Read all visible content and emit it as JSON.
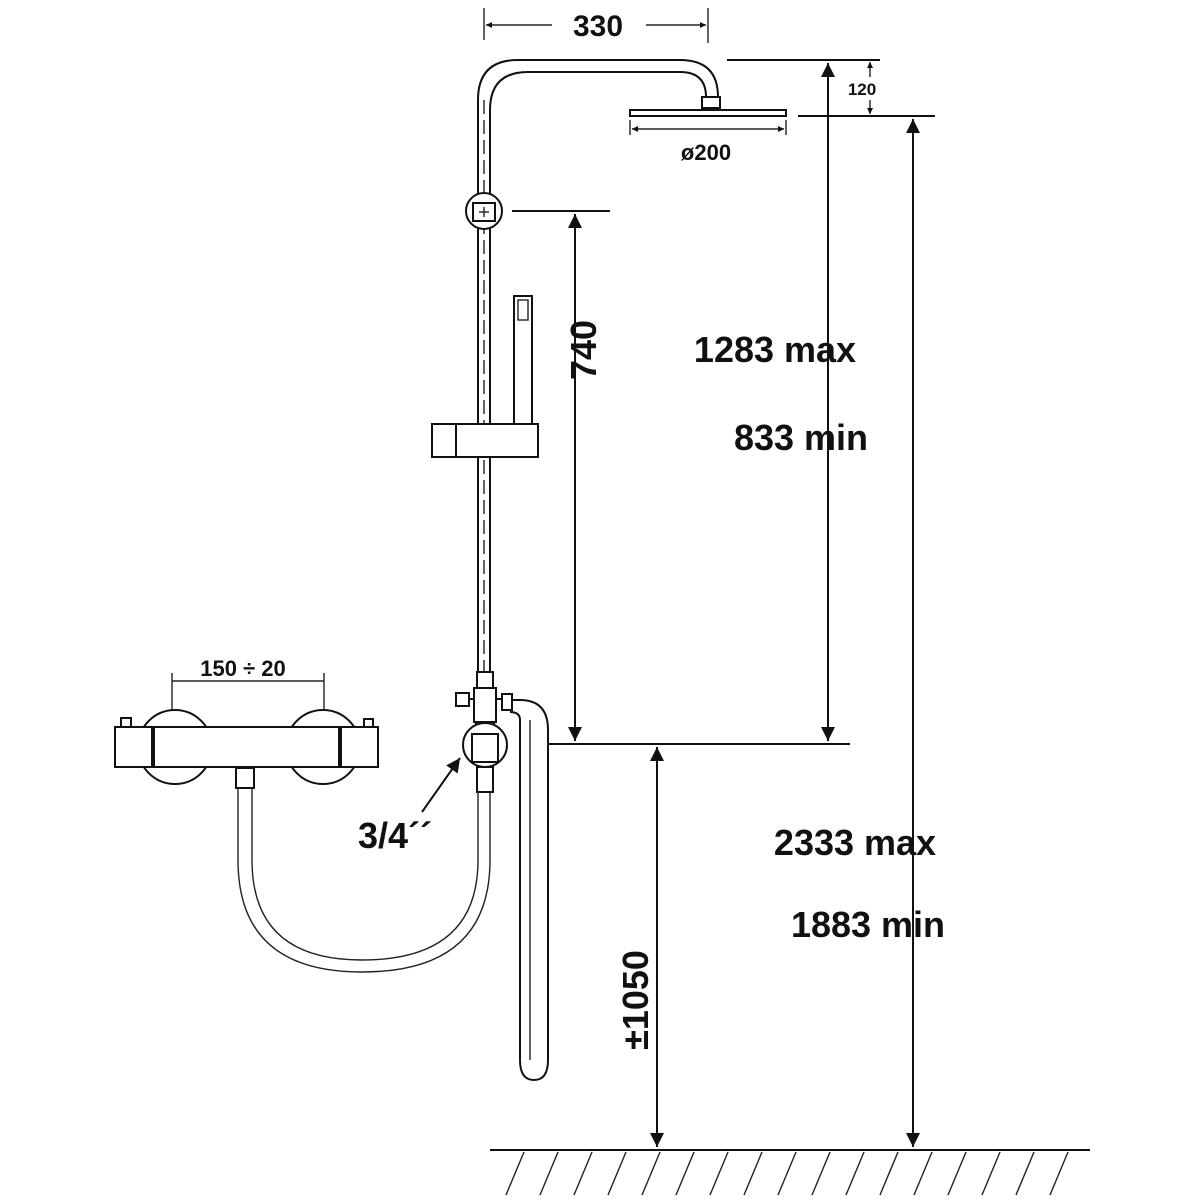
{
  "dimensions": {
    "arm_length": "330",
    "head_offset": "120",
    "head_diameter": "ø200",
    "rail_length": "740",
    "height_max": "1283 max",
    "height_min": "833 min",
    "total_max": "2333 max",
    "total_min": "1883 min",
    "mixer_spacing": "150 ÷ 20",
    "connection": "3/4´´",
    "mixer_height": "±1050"
  },
  "colors": {
    "line": "#111111",
    "background": "#ffffff"
  }
}
